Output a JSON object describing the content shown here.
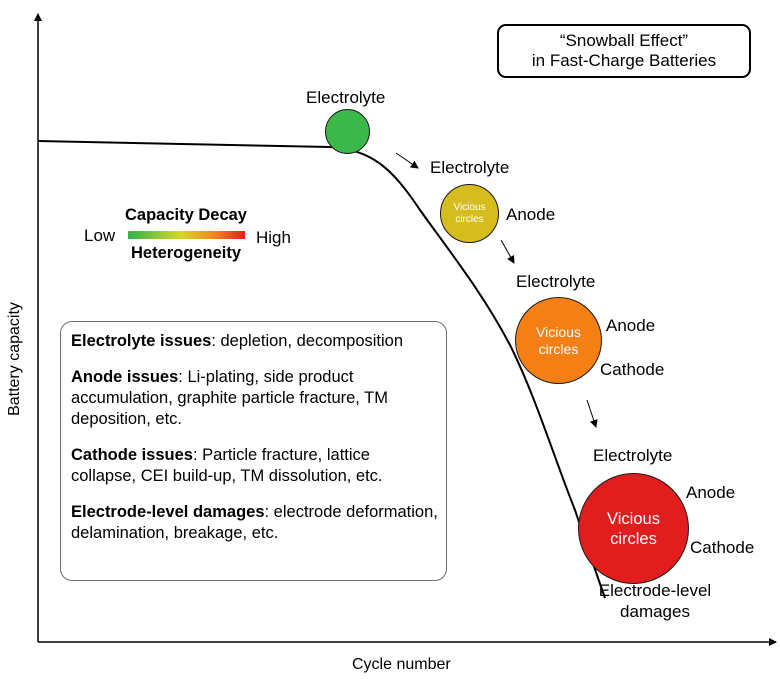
{
  "title_box": {
    "line1": "“Snowball Effect”",
    "line2": "in Fast-Charge Batteries"
  },
  "axes": {
    "xlabel": "Cycle number",
    "ylabel": "Battery capacity"
  },
  "legend": {
    "top": "Capacity Decay",
    "bottom": "Heterogeneity",
    "low": "Low",
    "high": "High",
    "gradient_colors": [
      "#2db34a",
      "#d7d62a",
      "#f08c1f",
      "#e41f1f"
    ]
  },
  "stages": [
    {
      "circle_text": "",
      "color": "#3cb84a",
      "labels": [
        "Electrolyte"
      ]
    },
    {
      "circle_text": "Vicious circles",
      "color": "#d4bd1c",
      "labels": [
        "Electrolyte",
        "Anode"
      ]
    },
    {
      "circle_text": "Vicious circles",
      "color": "#f47f14",
      "labels": [
        "Electrolyte",
        "Anode",
        "Cathode"
      ]
    },
    {
      "circle_text": "Vicious circles",
      "color": "#e21d1d",
      "labels": [
        "Electrolyte",
        "Anode",
        "Cathode",
        "Electrode-level damages"
      ]
    }
  ],
  "issues": [
    {
      "heading": "Electrolyte issues",
      "text": ": depletion, decomposition"
    },
    {
      "heading": "Anode issues",
      "text": ": Li-plating, side product accumulation, graphite particle fracture, TM deposition, etc."
    },
    {
      "heading": "Cathode issues",
      "text": ": Particle fracture, lattice collapse, CEI build-up, TM dissolution, etc."
    },
    {
      "heading": "Electrode-level damages",
      "text": ": electrode deformation, delamination, breakage, etc."
    }
  ]
}
